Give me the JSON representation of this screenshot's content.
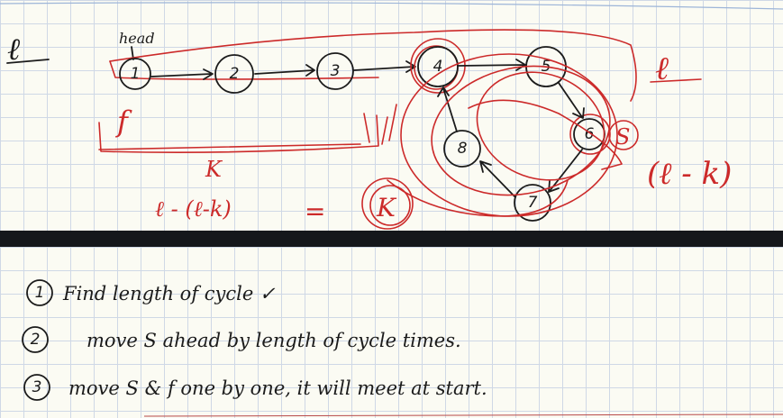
{
  "diagram": {
    "corner_mark": "ℓ",
    "head_label": "head",
    "nodes": [
      {
        "id": "n1",
        "label": "1"
      },
      {
        "id": "n2",
        "label": "2"
      },
      {
        "id": "n3",
        "label": "3"
      },
      {
        "id": "n4",
        "label": "4"
      },
      {
        "id": "n5",
        "label": "5"
      },
      {
        "id": "n6",
        "label": "6"
      },
      {
        "id": "n7",
        "label": "7"
      },
      {
        "id": "n8",
        "label": "8"
      }
    ],
    "fast_pointer_label": "f",
    "slow_pointer_label": "S",
    "k_label": "K",
    "cycle_length_label": "ℓ",
    "remaining_label": "(ℓ - k)",
    "equation_left": "ℓ - (ℓ-k)",
    "equation_eq": "=",
    "equation_right": "K"
  },
  "notes": {
    "steps": [
      {
        "num": "1",
        "text": "Find length of cycle ✓"
      },
      {
        "num": "2",
        "text": "move S ahead by length of cycle times."
      },
      {
        "num": "3",
        "text": "move S & f one by one, it will meet at start."
      }
    ]
  },
  "colors": {
    "ink": "#1b1b1b",
    "red_ink": "#cc2a2a",
    "paper": "#fbfbf3",
    "grid": "#cfd8e6",
    "divider": "#15171b"
  }
}
